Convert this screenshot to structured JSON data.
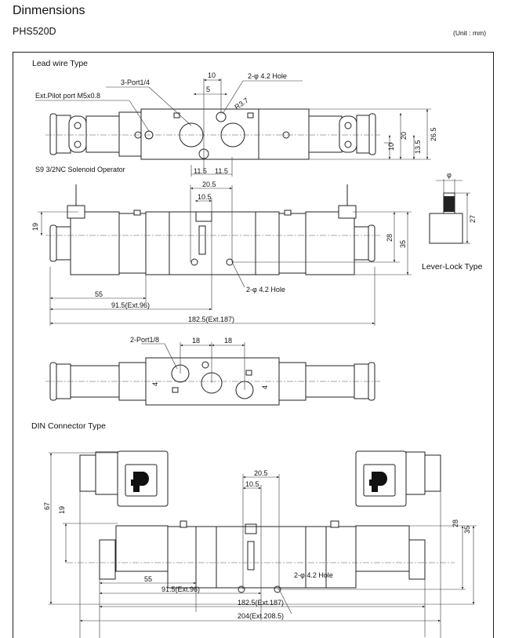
{
  "page": {
    "title": "Dinmensions",
    "model": "PHS520D",
    "unit": "(Unit : mm)"
  },
  "lead_wire": {
    "section_title": "Lead wire Type",
    "top_view": {
      "dim_10": "10",
      "dim_5": "5",
      "hole_label": "2-φ 4.2 Hole",
      "port_label": "3-Port1/4",
      "pilot_label": "Ext.Pilot port M5x0.8",
      "radius_label": "R3.7",
      "dim_10_v": "10",
      "dim_20": "20",
      "dim_13_5": "13.5",
      "dim_26_5": "26.5",
      "dim_11_5_a": "11.5",
      "dim_11_5_b": "11.5"
    },
    "side_view": {
      "operator_label": "S9 3/2NC Solenoid Operator",
      "dim_20_5": "20.5",
      "dim_10_5": "10.5",
      "dim_19": "19",
      "dim_28": "28",
      "dim_35": "35",
      "hole_label": "2-φ 4.2 Hole",
      "dim_55": "55",
      "dim_91_5": "91.5(Ext.96)",
      "dim_182_5": "182.5(Ext.187)"
    },
    "lever_lock": {
      "label": "Lever-Lock Type",
      "dim_phi": "φ",
      "dim_27": "27"
    },
    "bottom_view": {
      "port_label": "2-Port1/8",
      "dim_18_a": "18",
      "dim_18_b": "18",
      "dim_4_a": "4",
      "dim_4_b": "4"
    }
  },
  "din": {
    "section_title": "DIN Connector Type",
    "dim_67": "67",
    "dim_19": "19",
    "dim_20_5": "20.5",
    "dim_10_5": "10.5",
    "dim_28": "28",
    "dim_35": "35",
    "hole_label": "2-φ 4.2 Hole",
    "dim_55": "55",
    "dim_91_5": "91.5(Ext.96)",
    "dim_182_5": "182.5(Ext.187)",
    "dim_204": "204(Ext.208.5)"
  }
}
